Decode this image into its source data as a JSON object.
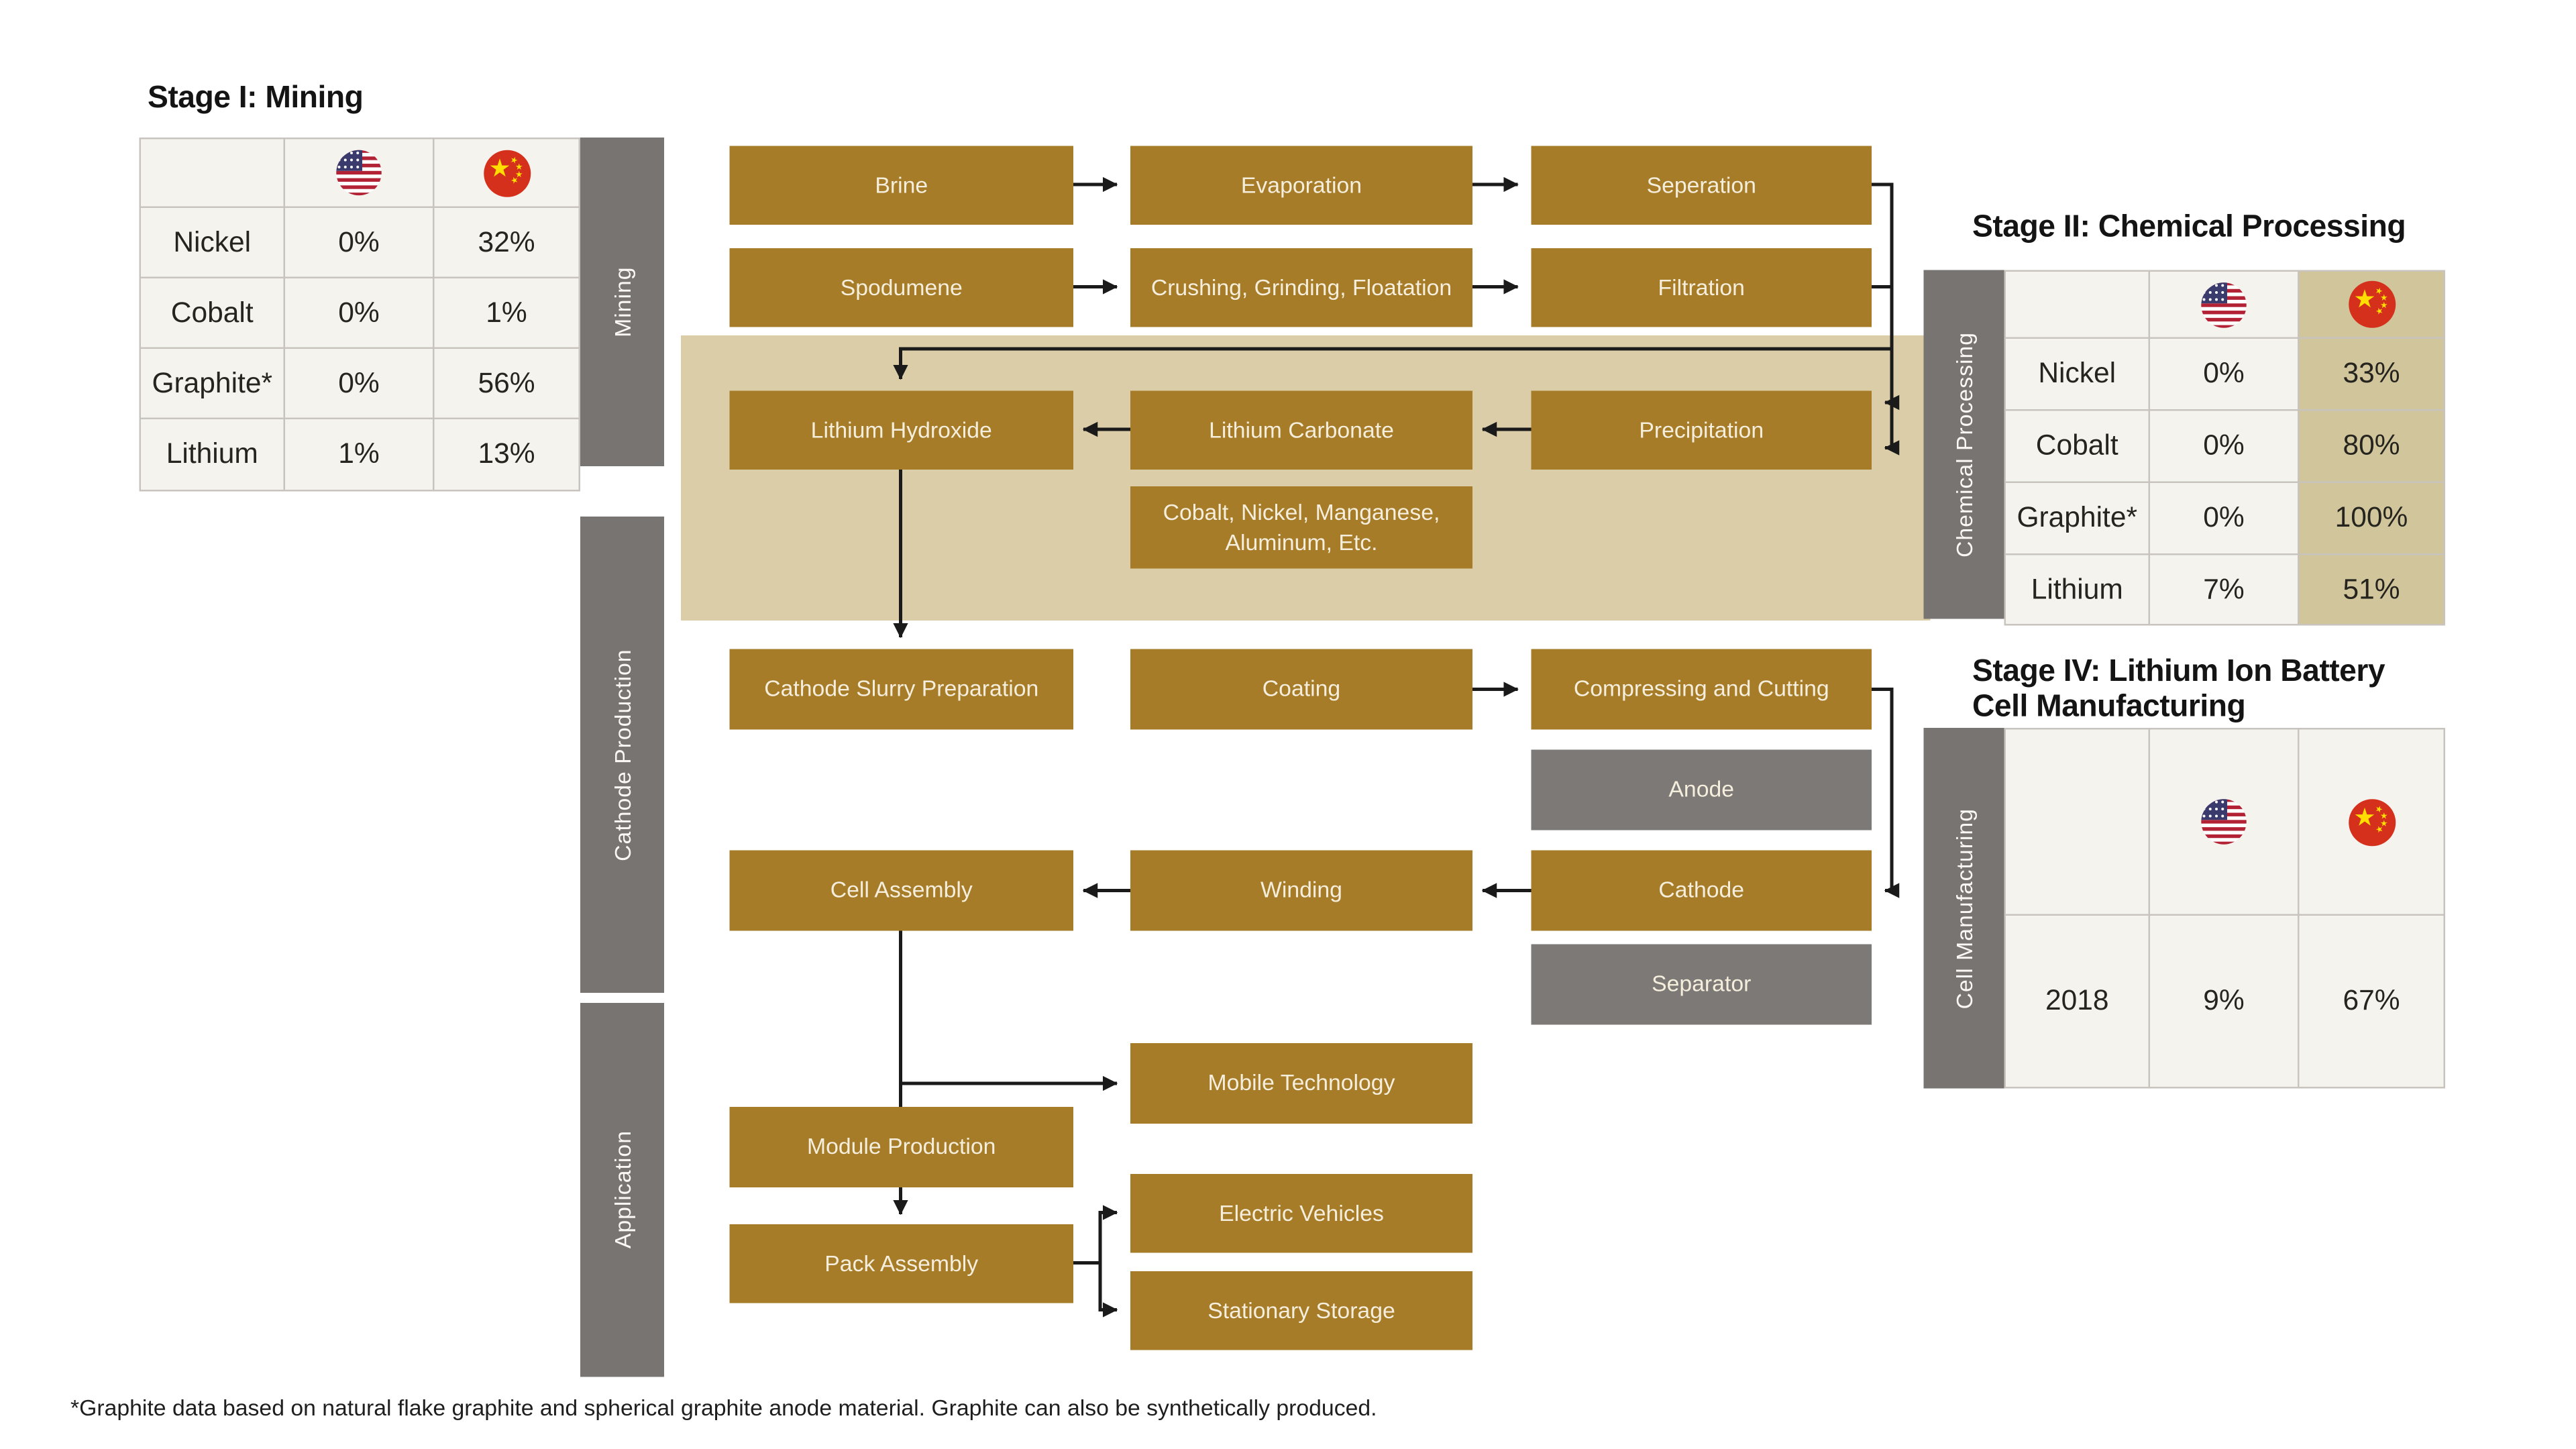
{
  "stage1": {
    "title": "Stage I: Mining",
    "side_label": "Mining",
    "header": {
      "row_label": "",
      "us_icon": "us-flag",
      "cn_icon": "china-flag"
    },
    "rows": [
      {
        "label": "Nickel",
        "us": "0%",
        "cn": "32%"
      },
      {
        "label": "Cobalt",
        "us": "0%",
        "cn": "1%"
      },
      {
        "label": "Graphite*",
        "us": "0%",
        "cn": "56%"
      },
      {
        "label": "Lithium",
        "us": "1%",
        "cn": "13%"
      }
    ]
  },
  "stage2": {
    "title": "Stage II: Chemical Processing",
    "side_label": "Chemical Processing",
    "header": {
      "row_label": "",
      "us_icon": "us-flag",
      "cn_icon": "china-flag"
    },
    "rows": [
      {
        "label": "Nickel",
        "us": "0%",
        "cn": "33%"
      },
      {
        "label": "Cobalt",
        "us": "0%",
        "cn": "80%"
      },
      {
        "label": "Graphite*",
        "us": "0%",
        "cn": "100%"
      },
      {
        "label": "Lithium",
        "us": "7%",
        "cn": "51%"
      }
    ]
  },
  "stage4": {
    "title_line1": "Stage IV: Lithium Ion Battery",
    "title_line2": "Cell Manufacturing",
    "side_label": "Cell Manufacturing",
    "row": {
      "year": "2018",
      "us": "9%",
      "cn": "67%"
    }
  },
  "flow": {
    "brine": "Brine",
    "evaporation": "Evaporation",
    "seperation": "Seperation",
    "spodumene": "Spodumene",
    "crushing": "Crushing, Grinding, Floatation",
    "filtration": "Filtration",
    "lithium_hydroxide": "Lithium Hydroxide",
    "lithium_carbonate": "Lithium Carbonate",
    "precipitation": "Precipitation",
    "cnm": "Cobalt, Nickel, Manganese, Aluminum, Etc.",
    "cathode_slurry": "Cathode Slurry Preparation",
    "coating": "Coating",
    "compressing": "Compressing and Cutting",
    "anode": "Anode",
    "cell_assembly": "Cell Assembly",
    "winding": "Winding",
    "cathode": "Cathode",
    "separator": "Separator",
    "mobile_technology": "Mobile Technology",
    "module_production": "Module Production",
    "electric_vehicles": "Electric Vehicles",
    "pack_assembly": "Pack Assembly",
    "stationary_storage": "Stationary Storage"
  },
  "side_bars": {
    "cathode_production": "Cathode Production",
    "application": "Application"
  },
  "footnote": "*Graphite data based on natural flake graphite and spherical graphite anode material. Graphite can also be synthetically produced.",
  "colors": {
    "gold_box": "#A67C28",
    "gray_box": "#7C7977",
    "gray_bar": "#787472",
    "beige_band": "#DACDA7",
    "china_column_bg": "#D1C59C",
    "cell_bg": "#F5F3EE",
    "table_border": "#C8C4BD",
    "arrow": "#1A1A1A",
    "us_flag_blue": "#3B3A6D",
    "flag_red": "#B22234",
    "china_red": "#D5301C",
    "china_star_yellow": "#FFDE00"
  }
}
